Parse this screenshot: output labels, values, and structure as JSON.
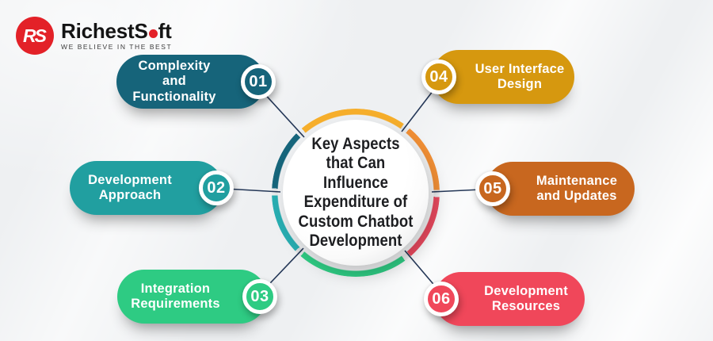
{
  "logo": {
    "icon_text": "RS",
    "brand_prefix": "RichestS",
    "brand_suffix": "ft",
    "tagline": "WE BELIEVE IN THE BEST",
    "brand_color": "#E32128"
  },
  "center": {
    "title_lines": [
      "Key Aspects",
      "that Can Influence",
      "Expenditure of",
      "Custom Chatbot",
      "Development"
    ]
  },
  "items": [
    {
      "number": "01",
      "label_lines": [
        "Complexity and",
        "Functionality"
      ],
      "color": "#16647A",
      "side": "left"
    },
    {
      "number": "02",
      "label_lines": [
        "Development",
        "Approach"
      ],
      "color": "#219FA0",
      "side": "left"
    },
    {
      "number": "03",
      "label_lines": [
        "Integration",
        "Requirements"
      ],
      "color": "#2ECB83",
      "side": "left"
    },
    {
      "number": "04",
      "label_lines": [
        "User Interface",
        "Design"
      ],
      "color": "#D6980F",
      "side": "right"
    },
    {
      "number": "05",
      "label_lines": [
        "Maintenance",
        "and Updates"
      ],
      "color": "#C8671F",
      "side": "right"
    },
    {
      "number": "06",
      "label_lines": [
        "Development",
        "Resources"
      ],
      "color": "#F0475A",
      "side": "right"
    }
  ],
  "ring": {
    "segments": [
      {
        "color": "#F6AE2B",
        "from": 0,
        "to": 35
      },
      {
        "color": "transparent",
        "from": 35,
        "to": 40
      },
      {
        "color": "#F18F35",
        "from": 40,
        "to": 88
      },
      {
        "color": "transparent",
        "from": 88,
        "to": 93
      },
      {
        "color": "#E9495E",
        "from": 93,
        "to": 139
      },
      {
        "color": "transparent",
        "from": 139,
        "to": 144
      },
      {
        "color": "#2FCC84",
        "from": 144,
        "to": 221
      },
      {
        "color": "transparent",
        "from": 221,
        "to": 226
      },
      {
        "color": "#28AEB2",
        "from": 226,
        "to": 268
      },
      {
        "color": "transparent",
        "from": 268,
        "to": 273
      },
      {
        "color": "#16657B",
        "from": 273,
        "to": 315
      },
      {
        "color": "transparent",
        "from": 315,
        "to": 320
      },
      {
        "color": "#F6AE2B",
        "from": 320,
        "to": 360
      }
    ]
  },
  "connector_color": "#243757",
  "background_color": "#EEF0F2"
}
